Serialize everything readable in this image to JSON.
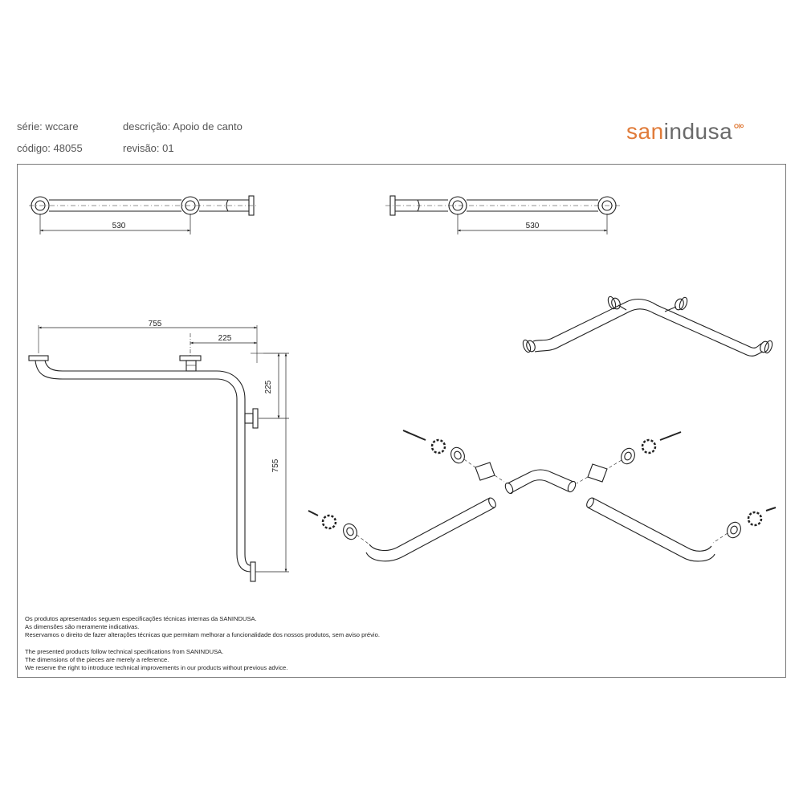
{
  "header": {
    "serie": "série: wccare",
    "codigo": "código: 48055",
    "descricao": "descrição: Apoio de canto",
    "revisao": "revisão: 01"
  },
  "brand": {
    "part1": "san",
    "part2": "indusa",
    "accent_color": "#e07b39",
    "text_color": "#6a6a6a"
  },
  "dimensions": {
    "top_left_width": "530",
    "top_right_width": "530",
    "front_total_width": "755",
    "front_offset": "225",
    "vertical_offset": "225",
    "vertical_height": "755"
  },
  "notes": {
    "pt": [
      "Os produtos apresentados seguem especificações técnicas internas da SANINDUSA.",
      "As dimensões são meramente indicativas.",
      "Reservamos o direito de fazer alterações técnicas que permitam melhorar a funcionalidade dos nossos produtos, sem aviso prévio."
    ],
    "en": [
      "The presented products follow technical specifications from SANINDUSA.",
      "The dimensions of the pieces are merely a reference.",
      "We reserve the right to introduce technical improvements in our products without previous advice."
    ]
  }
}
